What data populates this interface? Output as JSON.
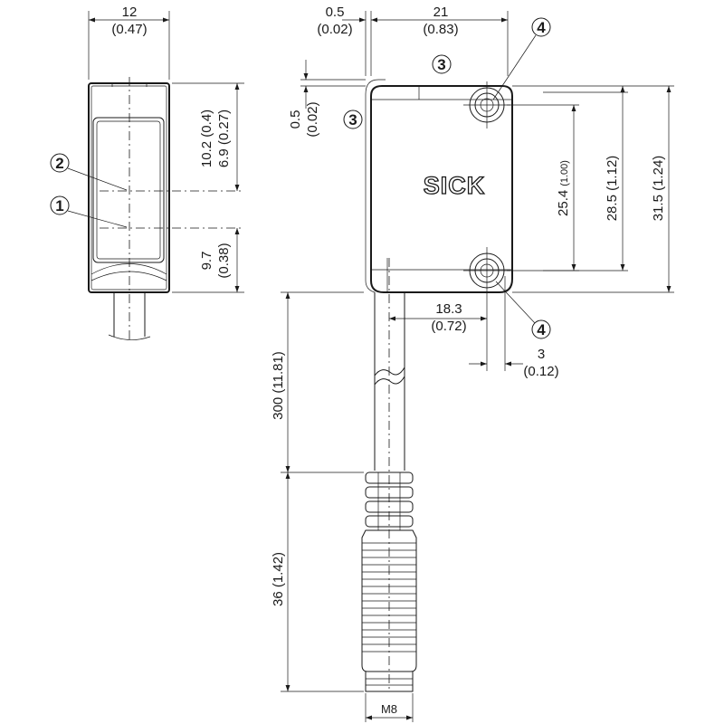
{
  "dimensions": {
    "width_12": {
      "value": "12",
      "inch": "(0.47)"
    },
    "offset_0_5_top": {
      "value": "0.5",
      "inch": "(0.02)"
    },
    "width_21": {
      "value": "21",
      "inch": "(0.83)"
    },
    "offset_0_5_side": {
      "value": "0.5",
      "inch": "(0.02)"
    },
    "height_10_2": {
      "value": "10.2",
      "inch": "(0.4)"
    },
    "height_6_9": {
      "value": "6.9",
      "inch": "(0.27)"
    },
    "height_9_7": {
      "value": "9.7",
      "inch": "(0.38)"
    },
    "hole_25_4": {
      "value": "25.4",
      "inch": "(1.00)"
    },
    "hole_28_5": {
      "value": "28.5",
      "inch": "(1.12)"
    },
    "height_31_5": {
      "value": "31.5",
      "inch": "(1.24)"
    },
    "hole_18_3": {
      "value": "18.3",
      "inch": "(0.72)"
    },
    "hole_3": {
      "value": "3",
      "inch": "(0.12)"
    },
    "cable_300": {
      "value": "300",
      "inch": "(11.81)"
    },
    "connector_36": {
      "value": "36",
      "inch": "(1.42)"
    },
    "thread": "M8"
  },
  "callouts": {
    "c1": "1",
    "c2": "2",
    "c3": "3",
    "c4": "4"
  },
  "logo": "SICK"
}
